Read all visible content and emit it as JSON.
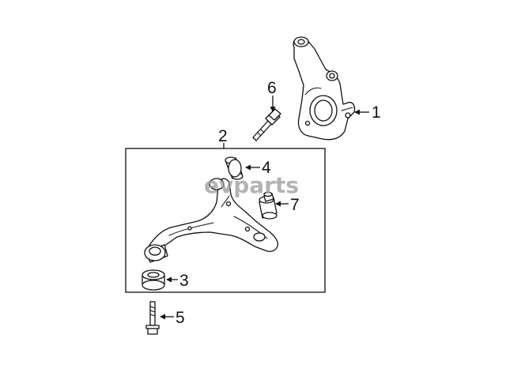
{
  "diagram": {
    "callouts": {
      "c1": "1",
      "c2": "2",
      "c3": "3",
      "c4": "4",
      "c5": "5",
      "c6": "6",
      "c7": "7"
    },
    "watermark": "evparts",
    "line_color": "#111111",
    "background": "#ffffff",
    "watermark_color": "#9a9a9a"
  }
}
